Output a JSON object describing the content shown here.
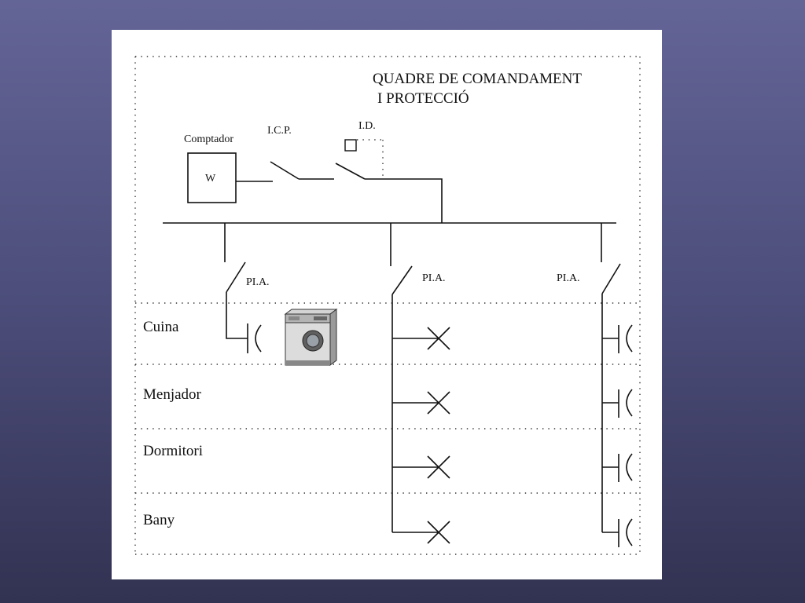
{
  "title_line1": "QUADRE DE COMANDAMENT",
  "title_line2": "I PROTECCIÓ",
  "meter": {
    "label": "Comptador",
    "symbol": "W"
  },
  "icp_label": "I.C.P.",
  "id_label": "I.D.",
  "pia_label": "PI.A.",
  "rooms": [
    "Cuina",
    "Menjador",
    "Dormitori",
    "Bany"
  ]
}
